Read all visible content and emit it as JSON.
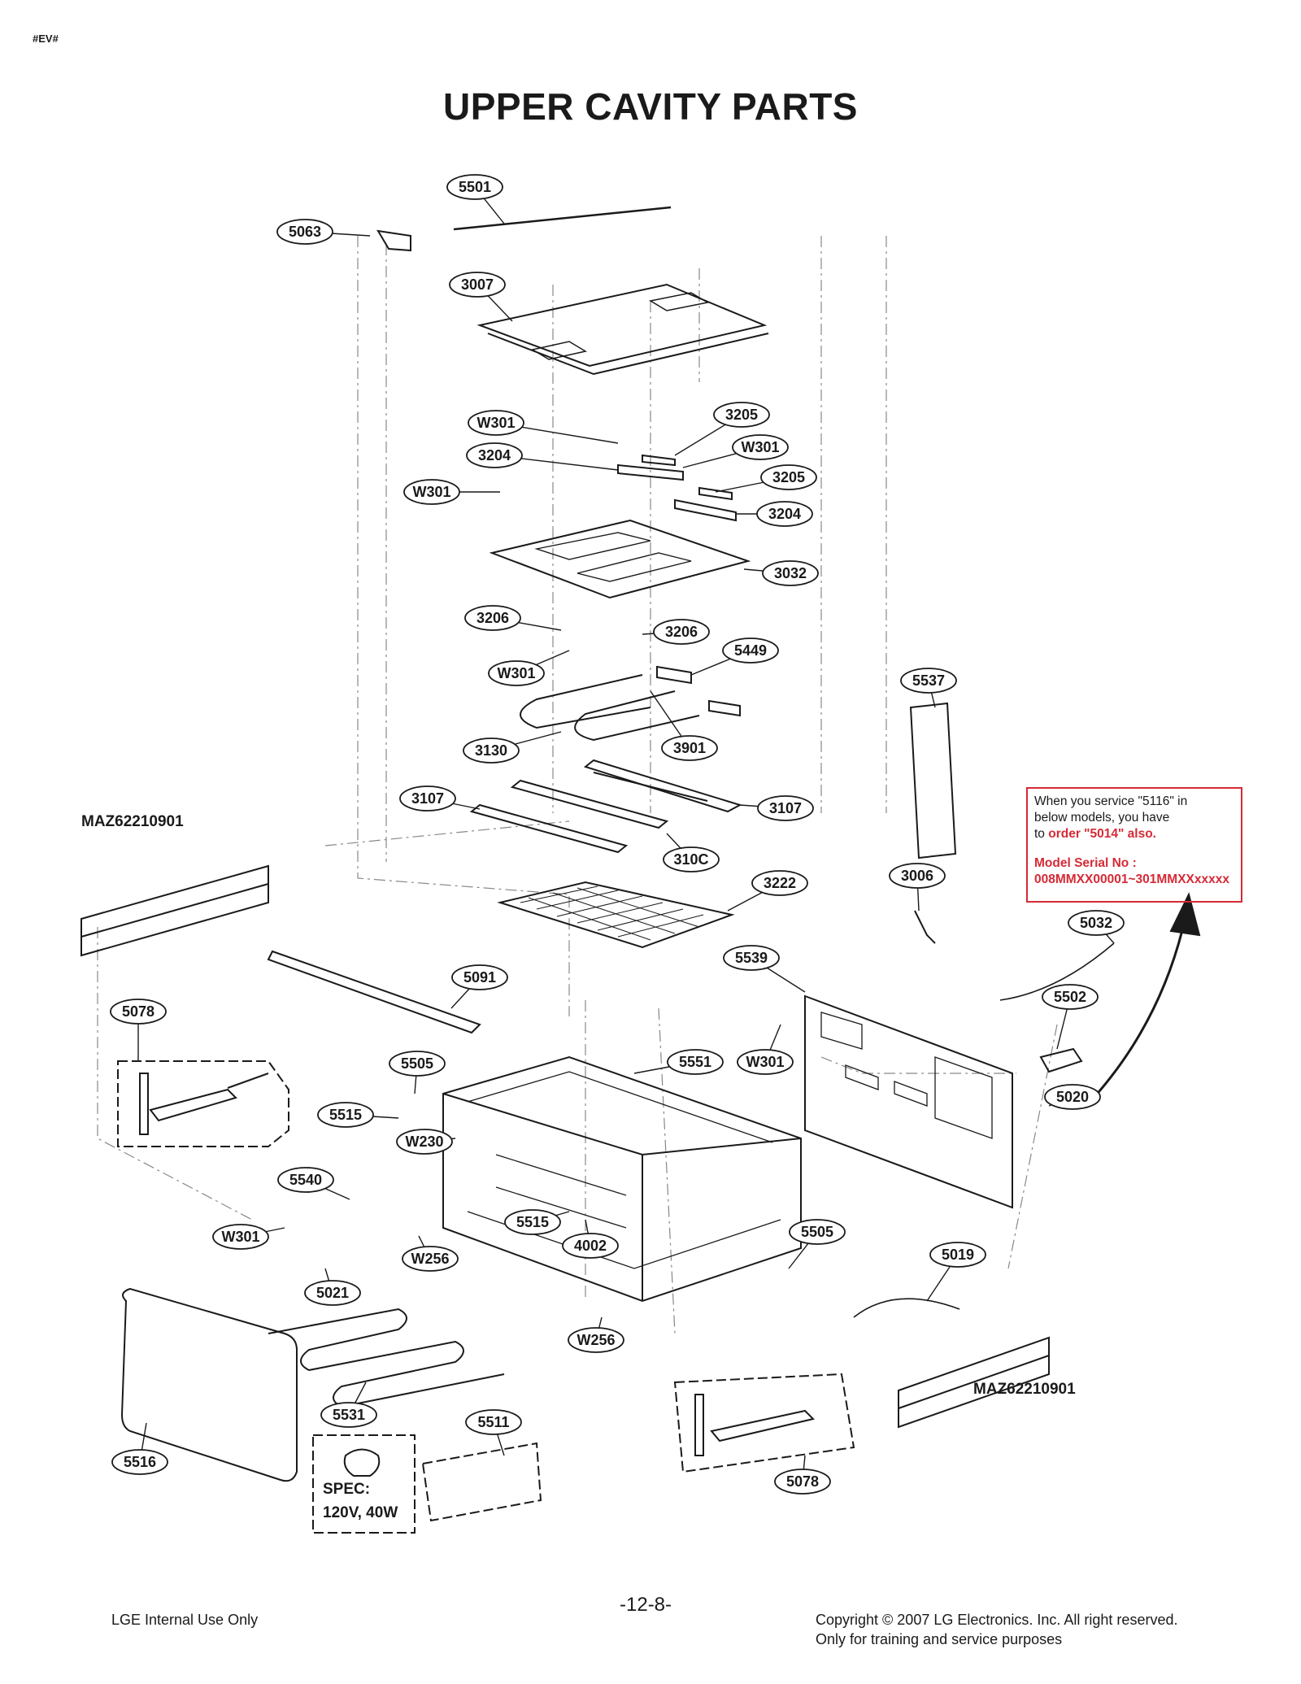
{
  "header": {
    "tag": "#EV#",
    "title": "UPPER CAVITY PARTS"
  },
  "callouts": [
    "5501",
    "5063",
    "3007",
    "W301",
    "3205",
    "W301",
    "3204",
    "3205",
    "W301",
    "3204",
    "3032",
    "3206",
    "3206",
    "5449",
    "W301",
    "5537",
    "3130",
    "3901",
    "3107",
    "3107",
    "310C",
    "3222",
    "3006",
    "5032",
    "5539",
    "5091",
    "5502",
    "5078",
    "5505",
    "5551",
    "W301",
    "5020",
    "5515",
    "W230",
    "5540",
    "5515",
    "4002",
    "5505",
    "W301",
    "W256",
    "5019",
    "5021",
    "W256",
    "5511",
    "5531",
    "5516",
    "5078"
  ],
  "labels": {
    "maz_left": "MAZ62210901",
    "maz_right": "MAZ62210901"
  },
  "spec": {
    "line1": "SPEC:",
    "line2": "120V, 40W"
  },
  "note": {
    "line1": "When you service \"5116\" in",
    "line2": "below models, you have",
    "line3_prefix": "to ",
    "line3_emph": "order \"5014\" also.",
    "line4": "Model Serial No :",
    "line5": "008MMXX00001~301MMXXxxxxx"
  },
  "footer": {
    "left": "LGE Internal Use Only",
    "center": "-12-8-",
    "right_line1": "Copyright © 2007 LG Electronics. Inc. All right reserved.",
    "right_line2": "Only for training and service purposes"
  },
  "colors": {
    "ink": "#1a1a1a",
    "accent_red": "#d62a36"
  }
}
